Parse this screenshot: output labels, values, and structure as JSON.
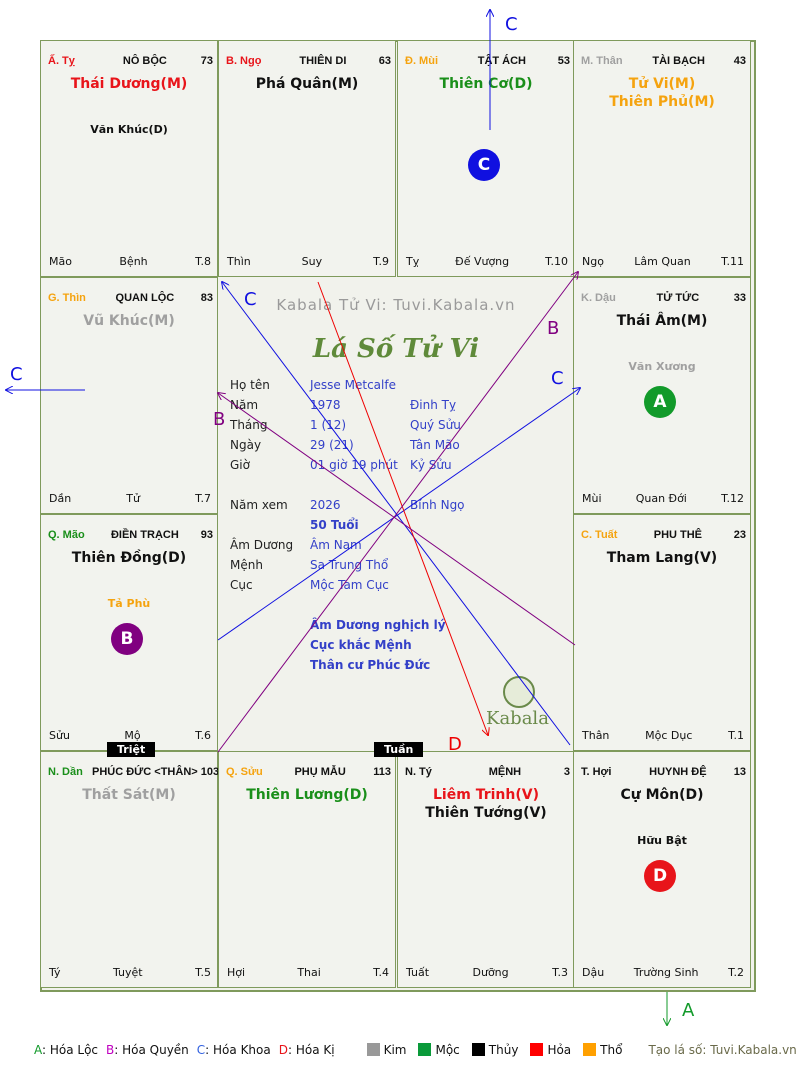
{
  "center": {
    "site_title": "Kabala Tử Vi: Tuvi.Kabala.vn",
    "chart_title": "Lá Số Tử Vi",
    "rows": [
      {
        "label": "Họ tên",
        "v1": "Jesse Metcalfe",
        "v2": ""
      },
      {
        "label": "Năm",
        "v1": "1978",
        "v2": "Đinh Tỵ"
      },
      {
        "label": "Tháng",
        "v1": "1  (12)",
        "v2": "Quý Sửu"
      },
      {
        "label": "Ngày",
        "v1": "29  (21)",
        "v2": "Tân Mão"
      },
      {
        "label": "Giờ",
        "v1": "01 giờ 19 phút",
        "v2": "Kỷ Sửu"
      },
      {
        "label": "Năm xem",
        "v1": "2026",
        "v2": "Bính Ngọ"
      },
      {
        "label": "",
        "v1": "50 Tuổi",
        "v2": ""
      },
      {
        "label": "Âm Dương",
        "v1": "Âm Nam",
        "v2": ""
      },
      {
        "label": "Mệnh",
        "v1": "Sa Trung Thổ",
        "v2": ""
      },
      {
        "label": "Cục",
        "v1": "Mộc Tam Cục",
        "v2": ""
      }
    ],
    "notes": [
      "Âm Dương nghịch lý",
      "Cục khắc Mệnh",
      "Thân cư Phúc Đức"
    ],
    "logo_text": "Kabala"
  },
  "tags": {
    "triet": "Triệt",
    "tuan": "Tuần"
  },
  "cells": [
    {
      "can": "Ấ. Tỵ",
      "can_color": "#e8141a",
      "name": "NÔ BỘC",
      "num": "73",
      "major": [
        {
          "t": "Thái Dương(M)",
          "c": "#e8141a"
        }
      ],
      "minor": {
        "t": "Văn Khúc(D)",
        "c": "#111"
      },
      "badge": null,
      "foot": [
        "Mão",
        "Bệnh",
        "T.8"
      ]
    },
    {
      "can": "B. Ngọ",
      "can_color": "#e8141a",
      "name": "THIÊN DI",
      "num": "63",
      "major": [
        {
          "t": "Phá Quân(M)",
          "c": "#111"
        }
      ],
      "minor": null,
      "badge": null,
      "foot": [
        "Thìn",
        "Suy",
        "T.9"
      ]
    },
    {
      "can": "Đ. Mùi",
      "can_color": "#f5a30f",
      "name": "TẬT ÁCH",
      "num": "53",
      "major": [
        {
          "t": "Thiên Cơ(D)",
          "c": "#1a8f1a"
        }
      ],
      "minor": null,
      "badge": {
        "t": "C",
        "c": "#1010e0"
      },
      "foot": [
        "Tỵ",
        "Đế Vượng",
        "T.10"
      ]
    },
    {
      "can": "M. Thân",
      "can_color": "#a0a0a0",
      "name": "TÀI BẠCH",
      "num": "43",
      "major": [
        {
          "t": "Tử Vi(M)",
          "c": "#f5a30f"
        },
        {
          "t": "Thiên Phủ(M)",
          "c": "#f5a30f"
        }
      ],
      "minor": null,
      "badge": null,
      "foot": [
        "Ngọ",
        "Lâm Quan",
        "T.11"
      ]
    },
    {
      "can": "G. Thìn",
      "can_color": "#f5a30f",
      "name": "QUAN LỘC",
      "num": "83",
      "major": [
        {
          "t": "Vũ Khúc(M)",
          "c": "#a0a0a0"
        }
      ],
      "minor": null,
      "badge": null,
      "foot": [
        "Dần",
        "Tử",
        "T.7"
      ]
    },
    {
      "can": "K. Dậu",
      "can_color": "#a0a0a0",
      "name": "TỬ TỨC",
      "num": "33",
      "major": [
        {
          "t": "Thái Âm(M)",
          "c": "#111"
        }
      ],
      "minor": {
        "t": "Văn Xương",
        "c": "#a0a0a0"
      },
      "badge": {
        "t": "A",
        "c": "#129a2a"
      },
      "foot": [
        "Mùi",
        "Quan Đới",
        "T.12"
      ]
    },
    {
      "can": "Q. Mão",
      "can_color": "#1a8f1a",
      "name": "ĐIỀN TRẠCH",
      "num": "93",
      "major": [
        {
          "t": "Thiên Đồng(D)",
          "c": "#111"
        }
      ],
      "minor": {
        "t": "Tả Phù",
        "c": "#f5a30f"
      },
      "badge": {
        "t": "B",
        "c": "#800080"
      },
      "foot": [
        "Sửu",
        "Mộ",
        "T.6"
      ]
    },
    {
      "can": "C. Tuất",
      "can_color": "#f5a30f",
      "name": "PHU THÊ",
      "num": "23",
      "major": [
        {
          "t": "Tham Lang(V)",
          "c": "#111"
        }
      ],
      "minor": null,
      "badge": null,
      "foot": [
        "Thân",
        "Mộc Dục",
        "T.1"
      ]
    },
    {
      "can": "N. Dần",
      "can_color": "#1a8f1a",
      "name": "PHÚC ĐỨC <THÂN>",
      "num": "103",
      "major": [
        {
          "t": "Thất Sát(M)",
          "c": "#a0a0a0"
        }
      ],
      "minor": null,
      "badge": null,
      "foot": [
        "Tý",
        "Tuyệt",
        "T.5"
      ]
    },
    {
      "can": "Q. Sửu",
      "can_color": "#f5a30f",
      "name": "PHỤ MẪU",
      "num": "113",
      "major": [
        {
          "t": "Thiên Lương(D)",
          "c": "#1a8f1a"
        }
      ],
      "minor": null,
      "badge": null,
      "foot": [
        "Hợi",
        "Thai",
        "T.4"
      ]
    },
    {
      "can": "N. Tý",
      "can_color": "#111",
      "name": "MỆNH",
      "num": "3",
      "major": [
        {
          "t": "Liêm Trinh(V)",
          "c": "#e8141a"
        },
        {
          "t": "Thiên Tướng(V)",
          "c": "#111"
        }
      ],
      "minor": null,
      "badge": null,
      "foot": [
        "Tuất",
        "Dưỡng",
        "T.3"
      ]
    },
    {
      "can": "T. Hợi",
      "can_color": "#111",
      "name": "HUYNH ĐỆ",
      "num": "13",
      "major": [
        {
          "t": "Cự Môn(D)",
          "c": "#111"
        }
      ],
      "minor": {
        "t": "Hữu Bật",
        "c": "#111"
      },
      "badge": {
        "t": "D",
        "c": "#e8141a"
      },
      "foot": [
        "Dậu",
        "Trường Sinh",
        "T.2"
      ]
    }
  ],
  "arrow_labels": {
    "a": "A",
    "b": "B",
    "c": "C",
    "d": "D"
  },
  "legend": {
    "hoa": [
      {
        "k": "A",
        "t": ": Hóa Lộc",
        "c": "#129a2a"
      },
      {
        "k": "B",
        "t": ": Hóa Quyền",
        "c": "#c000c0"
      },
      {
        "k": "C",
        "t": ": Hóa Khoa",
        "c": "#3060e0"
      },
      {
        "k": "D",
        "t": ": Hóa Kị",
        "c": "#e8141a"
      }
    ],
    "elements": [
      {
        "t": "Kim",
        "c": "#999999"
      },
      {
        "t": "Mộc",
        "c": "#0a9a3a"
      },
      {
        "t": "Thủy",
        "c": "#000000"
      },
      {
        "t": "Hỏa",
        "c": "#ff0000"
      },
      {
        "t": "Thổ",
        "c": "#ffa000"
      }
    ],
    "credit": "Tạo lá số: Tuvi.Kabala.vn"
  }
}
